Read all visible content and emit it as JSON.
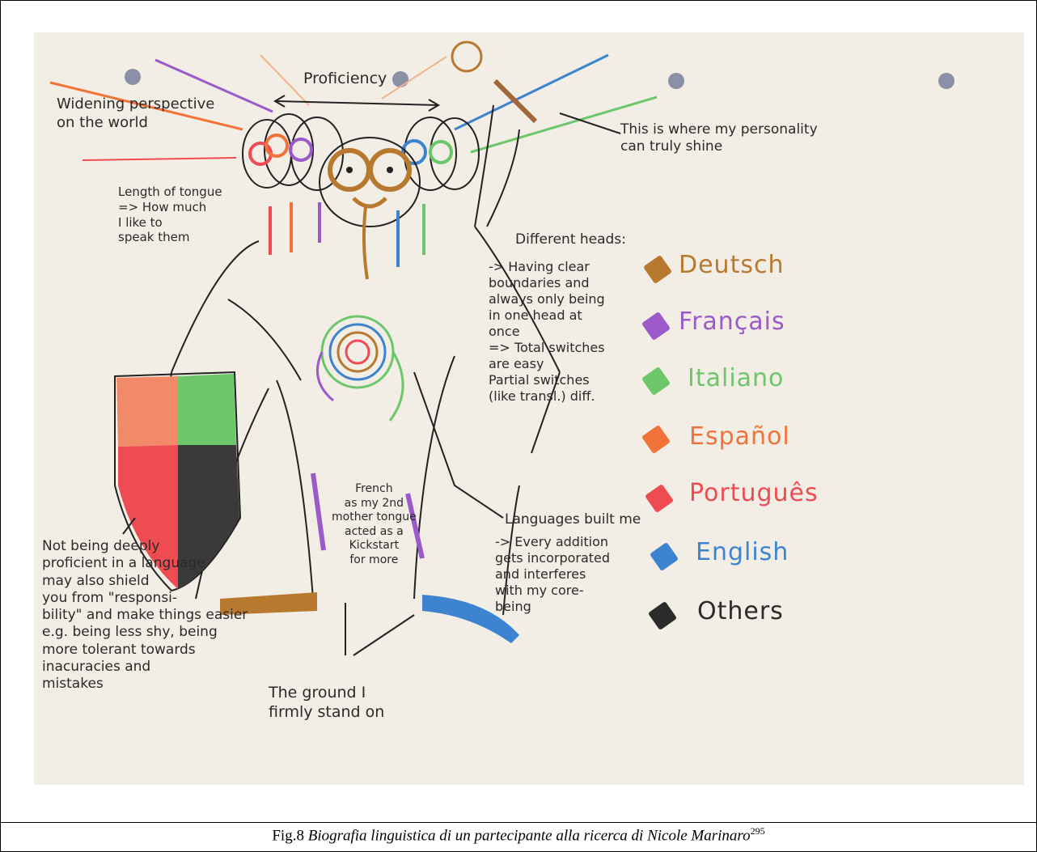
{
  "figure": {
    "caption_prefix": "Fig.8",
    "caption_title": "Biografia linguistica di un partecipante alla ricerca di Nicole Marinaro",
    "caption_sup": "295"
  },
  "drawing": {
    "proficiency": "Proficiency",
    "widening": "Widening perspective\non the world",
    "personality": "This is where my personality\ncan truly shine",
    "tongue_note": "Length of tongue\n=> How much\nI like to\nspeak them",
    "heads_title": "Different heads:",
    "heads_note": "-> Having clear\nboundaries and\nalways only being\nin one head at\nonce\n=> Total switches\nare easy\nPartial switches\n(like transl.) diff.",
    "french_note": "French\nas my 2nd\nmother tongue\nacted as a\nKickstart\nfor more",
    "built_title": "Languages built me",
    "built_note": "-> Every addition\ngets incorporated\nand interferes\nwith my core-\nbeing",
    "shield_note": "Not being deeply\nproficient in a language\nmay also shield\nyou from \"responsi-\nbility\" and make things easier\ne.g. being less shy, being\nmore tolerant towards\ninacuracies and\nmistakes",
    "ground": "The ground I\nfirmly stand on"
  },
  "legend": [
    {
      "label": "Deutsch",
      "color": "#b8792f"
    },
    {
      "label": "Français",
      "color": "#9b59c9"
    },
    {
      "label": "Italiano",
      "color": "#6cc66a"
    },
    {
      "label": "Español",
      "color": "#f2733a"
    },
    {
      "label": "Português",
      "color": "#ee4b52"
    },
    {
      "label": "English",
      "color": "#3d83cf"
    },
    {
      "label": "Others",
      "color": "#2b2b2b"
    }
  ]
}
